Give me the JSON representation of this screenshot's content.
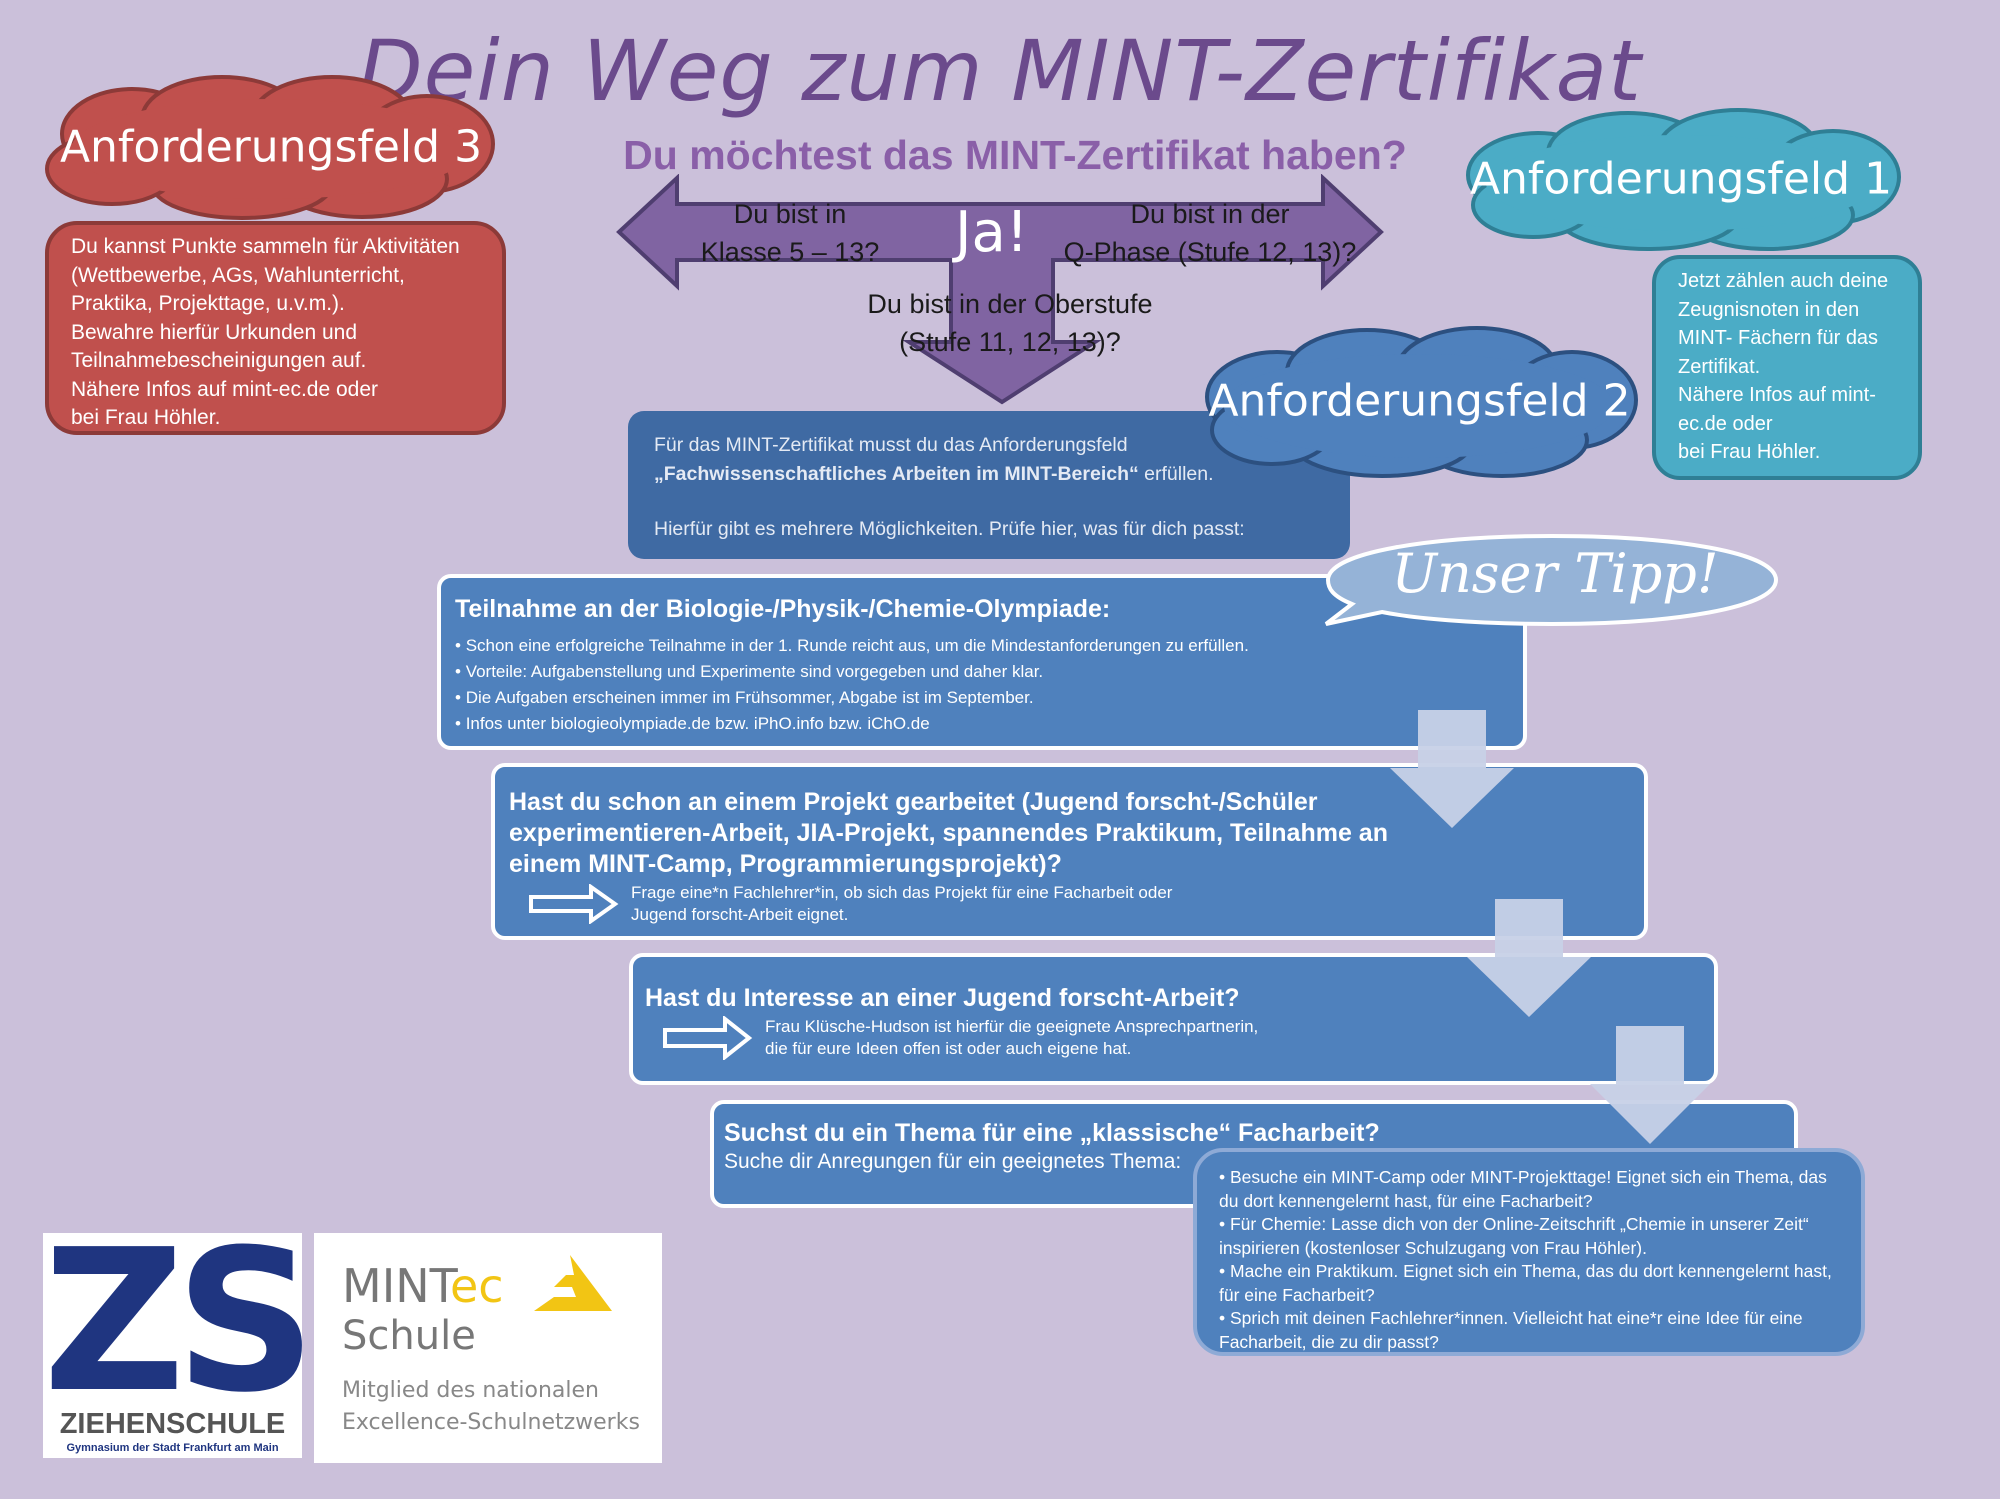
{
  "title": "Dein Weg zum MINT-Zertifikat",
  "subtitle": "Du möchtest das MINT-Zertifikat haben?",
  "ja": "Ja!",
  "questions": {
    "left": [
      "Du bist in",
      "Klasse 5 – 13?"
    ],
    "right": [
      "Du bist in der",
      "Q-Phase (Stufe 12, 13)?"
    ],
    "down": [
      "Du bist in der Oberstufe",
      "(Stufe 11, 12, 13)?"
    ]
  },
  "field3": {
    "label": "Anforderungsfeld 3",
    "color": "#c0504d",
    "lines": [
      "Du kannst Punkte sammeln für Aktivitäten",
      "(Wettbewerbe, AGs, Wahlunterricht,",
      "Praktika, Projekttage, u.v.m.).",
      "Bewahre hierfür  Urkunden und",
      "Teilnahmebescheinigungen auf.",
      "Nähere Infos auf mint-ec.de oder",
      "bei Frau Höhler."
    ]
  },
  "field1": {
    "label": "Anforderungsfeld 1",
    "color": "#4bacc6",
    "lines": [
      "Jetzt zählen auch deine",
      "Zeugnisnoten in den",
      "MINT- Fächern für das",
      "Zertifikat.",
      "Nähere Infos auf mint-",
      "ec.de oder",
      "bei Frau Höhler."
    ]
  },
  "field2": {
    "label": "Anforderungsfeld 2",
    "color": "#4f81bd",
    "intro1": "Für das MINT-Zertifikat musst du das Anforderungsfeld",
    "intro_bold": "„Fachwissenschaftliches Arbeiten im MINT-Bereich“",
    "intro2": " erfüllen.",
    "intro3": "Hierfür gibt es mehrere Möglichkeiten. Prüfe hier, was für dich passt:"
  },
  "tip": "Unser Tipp!",
  "options": [
    {
      "title": "Teilnahme an der Biologie-/Physik-/Chemie-Olympiade:",
      "bullets": [
        "Schon eine erfolgreiche Teilnahme in der 1. Runde reicht aus, um die Mindestanforderungen zu erfüllen.",
        "Vorteile: Aufgabenstellung und Experimente sind vorgegeben und daher klar.",
        "Die Aufgaben erscheinen immer im Frühsommer, Abgabe ist im September.",
        "Infos unter biologieolympiade.de bzw.  iPhO.info  bzw.  iChO.de"
      ]
    },
    {
      "title": "Hast du schon an einem Projekt gearbeitet (Jugend forscht-/Schüler experimentieren-Arbeit, JIA-Projekt, spannendes Praktikum, Teilnahme an einem MINT-Camp, Programmierungsprojekt)?",
      "note": [
        "Frage eine*n Fachlehrer*in, ob sich das Projekt für eine Facharbeit oder",
        "Jugend forscht-Arbeit eignet."
      ]
    },
    {
      "title": "Hast du Interesse an einer Jugend forscht-Arbeit?",
      "note": [
        "Frau Klüsche-Hudson ist hierfür die geeignete Ansprechpartnerin,",
        "die für eure Ideen offen ist oder auch eigene hat."
      ]
    },
    {
      "title": "Suchst du ein Thema für eine „klassische“ Facharbeit?",
      "subtitle": "Suche dir Anregungen für ein geeignetes Thema:",
      "bullets": [
        "• Besuche ein MINT-Camp oder MINT-Projekttage! Eignet sich ein Thema, das du dort kennengelernt hast, für eine Facharbeit?",
        "• Für Chemie: Lasse dich von der Online-Zeitschrift „Chemie in unserer Zeit“ inspirieren (kostenloser Schulzugang von Frau Höhler).",
        "• Mache ein Praktikum. Eignet sich ein Thema, das du dort kennengelernt hast, für eine Facharbeit?",
        "• Sprich mit deinen Fachlehrer*innen. Vielleicht hat eine*r eine Idee für eine Facharbeit, die zu dir passt?"
      ]
    }
  ],
  "logos": {
    "zs": {
      "mark": "ZS",
      "name": "ZIEHENSCHULE",
      "sub": "Gymnasium der Stadt Frankfurt am Main"
    },
    "mintec": {
      "mint": "MINT",
      "ec": "ec",
      "schule": "Schule",
      "line1": "Mitglied des nationalen",
      "line2": "Excellence-Schulnetzwerks"
    }
  }
}
